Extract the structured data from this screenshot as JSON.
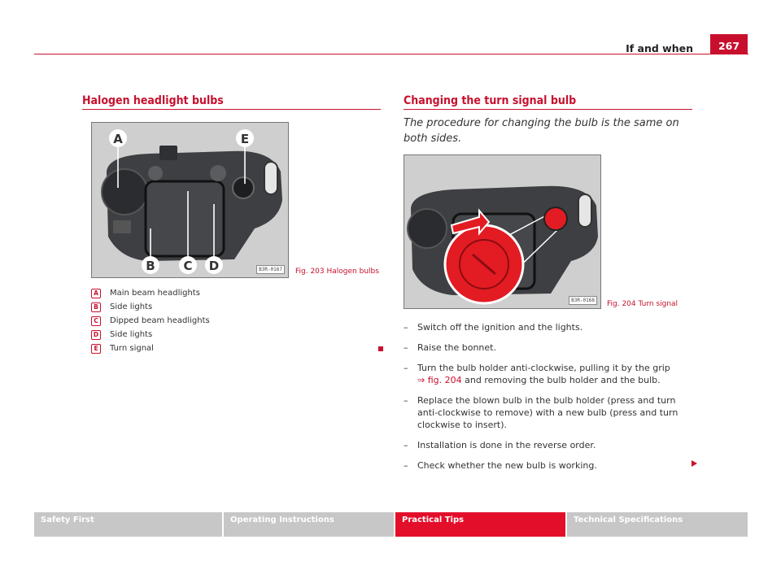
{
  "header": {
    "title": "If and when",
    "page_number": "267"
  },
  "left_section": {
    "heading": "Halogen headlight bulbs",
    "figure": {
      "caption": "Fig. 203   Halogen bulbs",
      "code": "B3R-0167",
      "callouts": [
        "A",
        "B",
        "C",
        "D",
        "E"
      ]
    },
    "legend": [
      {
        "key": "A",
        "label": "Main beam headlights"
      },
      {
        "key": "B",
        "label": "Side lights"
      },
      {
        "key": "C",
        "label": "Dipped beam headlights"
      },
      {
        "key": "D",
        "label": "Side lights"
      },
      {
        "key": "E",
        "label": "Turn signal"
      }
    ]
  },
  "right_section": {
    "heading": "Changing the turn signal bulb",
    "intro": "The procedure for changing the bulb is the same on both sides.",
    "figure": {
      "caption": "Fig. 204   Turn signal",
      "code": "B3R-0168"
    },
    "steps": [
      {
        "text": "Switch off the ignition and the lights."
      },
      {
        "text": "Raise the bonnet."
      },
      {
        "text_before": "Turn the bulb holder anti-clockwise, pulling it by the grip",
        "xref": "⇒ fig. 204",
        "text_after": " and removing the bulb holder and the bulb."
      },
      {
        "text": "Replace the blown bulb in the bulb holder (press and turn anti-clockwise to remove) with a new bulb (press and turn clockwise to insert)."
      },
      {
        "text": "Installation is done in the reverse order."
      },
      {
        "text": "Check whether the new bulb is working."
      }
    ],
    "step_marker": "–"
  },
  "footer": {
    "tabs": [
      {
        "label": "Safety First",
        "active": false
      },
      {
        "label": "Operating Instructions",
        "active": false
      },
      {
        "label": "Practical Tips",
        "active": true
      },
      {
        "label": "Technical Specifications",
        "active": false
      }
    ]
  },
  "colors": {
    "accent": "#c8102e",
    "tab_active": "#e30f2a",
    "tab_inactive": "#c7c7c7"
  },
  "icons": {
    "end_of_section": "square-end-icon",
    "continued": "triangle-right-icon"
  }
}
